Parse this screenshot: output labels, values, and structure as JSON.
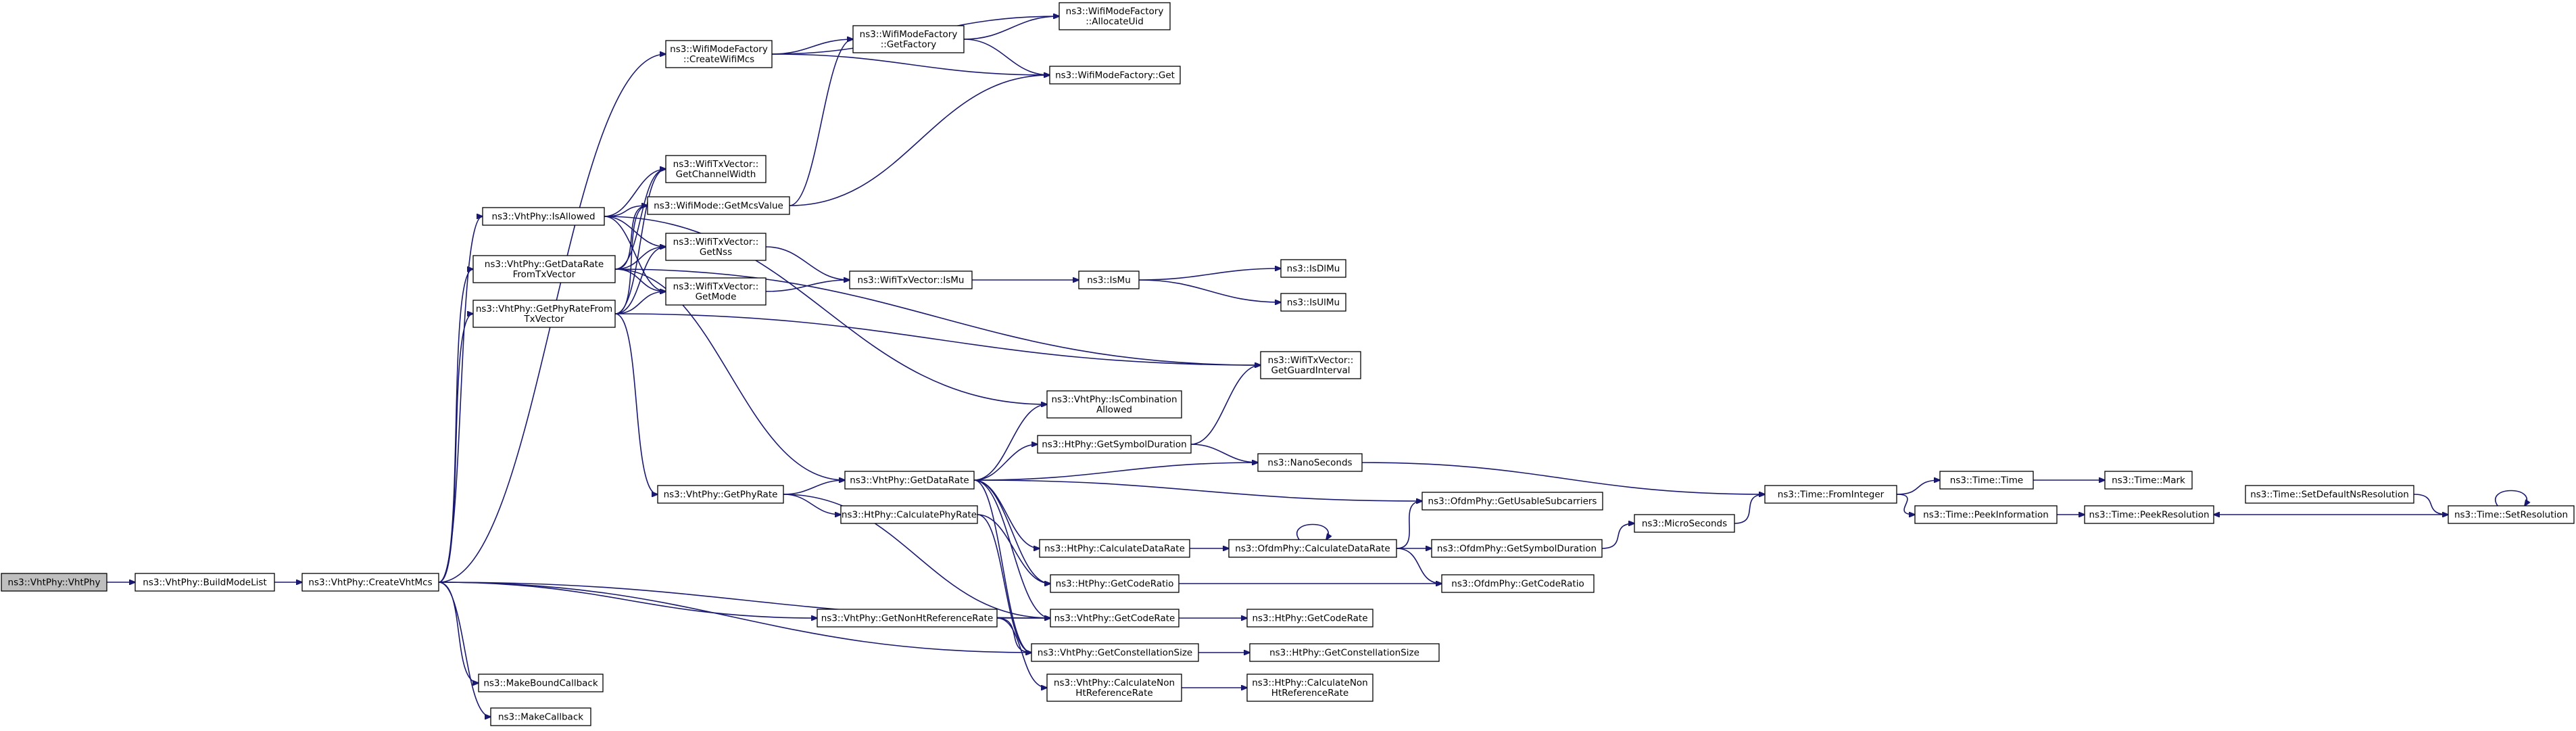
{
  "edge_color": "#191970",
  "root_fill": "#bfbfbf",
  "nodes": {
    "n_vhtphy": {
      "lines": [
        "ns3::VhtPhy::VhtPhy"
      ],
      "root": true
    },
    "n_buildmode": {
      "lines": [
        "ns3::VhtPhy::BuildModeList"
      ]
    },
    "n_createvht": {
      "lines": [
        "ns3::VhtPhy::CreateVhtMcs"
      ]
    },
    "n_createwifi": {
      "lines": [
        "ns3::WifiModeFactory",
        "::CreateWifiMcs"
      ]
    },
    "n_getfactory": {
      "lines": [
        "ns3::WifiModeFactory",
        "::GetFactory"
      ]
    },
    "n_allocuid": {
      "lines": [
        "ns3::WifiModeFactory",
        "::AllocateUid"
      ]
    },
    "n_wmfget": {
      "lines": [
        "ns3::WifiModeFactory::Get"
      ]
    },
    "n_isallowed": {
      "lines": [
        "ns3::VhtPhy::IsAllowed"
      ]
    },
    "n_getdrtx": {
      "lines": [
        "ns3::VhtPhy::GetDataRate",
        "FromTxVector"
      ]
    },
    "n_getphytx": {
      "lines": [
        "ns3::VhtPhy::GetPhyRateFrom",
        "TxVector"
      ]
    },
    "n_chwidth": {
      "lines": [
        "ns3::WifiTxVector::",
        "GetChannelWidth"
      ]
    },
    "n_mcsval": {
      "lines": [
        "ns3::WifiMode::GetMcsValue"
      ]
    },
    "n_getnss": {
      "lines": [
        "ns3::WifiTxVector::",
        "GetNss"
      ]
    },
    "n_getmode": {
      "lines": [
        "ns3::WifiTxVector::",
        "GetMode"
      ]
    },
    "n_txismu": {
      "lines": [
        "ns3::WifiTxVector::IsMu"
      ]
    },
    "n_ismu": {
      "lines": [
        "ns3::IsMu"
      ]
    },
    "n_isdlmu": {
      "lines": [
        "ns3::IsDlMu"
      ]
    },
    "n_isulmu": {
      "lines": [
        "ns3::IsUlMu"
      ]
    },
    "n_guard": {
      "lines": [
        "ns3::WifiTxVector::",
        "GetGuardInterval"
      ]
    },
    "n_iscomb": {
      "lines": [
        "ns3::VhtPhy::IsCombination",
        "Allowed"
      ]
    },
    "n_symdur": {
      "lines": [
        "ns3::HtPhy::GetSymbolDuration"
      ]
    },
    "n_nanosec": {
      "lines": [
        "ns3::NanoSeconds"
      ]
    },
    "n_getphyrate": {
      "lines": [
        "ns3::VhtPhy::GetPhyRate"
      ]
    },
    "n_getdatarate": {
      "lines": [
        "ns3::VhtPhy::GetDataRate"
      ]
    },
    "n_calcphyrate": {
      "lines": [
        "ns3::HtPhy::CalculatePhyRate"
      ]
    },
    "n_usablesub": {
      "lines": [
        "ns3::OfdmPhy::GetUsableSubcarriers"
      ]
    },
    "n_htcalcdr": {
      "lines": [
        "ns3::HtPhy::CalculateDataRate"
      ]
    },
    "n_ofdmcalcdr": {
      "lines": [
        "ns3::OfdmPhy::CalculateDataRate"
      ]
    },
    "n_ofdmsymdur": {
      "lines": [
        "ns3::OfdmPhy::GetSymbolDuration"
      ]
    },
    "n_microsec": {
      "lines": [
        "ns3::MicroSeconds"
      ]
    },
    "n_fromint": {
      "lines": [
        "ns3::Time::FromInteger"
      ]
    },
    "n_timetime": {
      "lines": [
        "ns3::Time::Time"
      ]
    },
    "n_timemark": {
      "lines": [
        "ns3::Time::Mark"
      ]
    },
    "n_peekinfo": {
      "lines": [
        "ns3::Time::PeekInformation"
      ]
    },
    "n_peekres": {
      "lines": [
        "ns3::Time::PeekResolution"
      ]
    },
    "n_setdefres": {
      "lines": [
        "ns3::Time::SetDefaultNsResolution"
      ]
    },
    "n_setres": {
      "lines": [
        "ns3::Time::SetResolution"
      ]
    },
    "n_htcoderatio": {
      "lines": [
        "ns3::HtPhy::GetCodeRatio"
      ]
    },
    "n_ofdmcoderatio": {
      "lines": [
        "ns3::OfdmPhy::GetCodeRatio"
      ]
    },
    "n_nonhtref": {
      "lines": [
        "ns3::VhtPhy::GetNonHtReferenceRate"
      ]
    },
    "n_vhtcoderate": {
      "lines": [
        "ns3::VhtPhy::GetCodeRate"
      ]
    },
    "n_htcoderate": {
      "lines": [
        "ns3::HtPhy::GetCodeRate"
      ]
    },
    "n_vhtconst": {
      "lines": [
        "ns3::VhtPhy::GetConstellationSize"
      ]
    },
    "n_htconst": {
      "lines": [
        "ns3::HtPhy::GetConstellationSize"
      ]
    },
    "n_vhtcalcnon": {
      "lines": [
        "ns3::VhtPhy::CalculateNon",
        "HtReferenceRate"
      ]
    },
    "n_htcalcnon": {
      "lines": [
        "ns3::HtPhy::CalculateNon",
        "HtReferenceRate"
      ]
    },
    "n_makebound": {
      "lines": [
        "ns3::MakeBoundCallback"
      ]
    },
    "n_makecb": {
      "lines": [
        "ns3::MakeCallback"
      ]
    }
  },
  "edges": [
    [
      "n_vhtphy",
      "n_buildmode"
    ],
    [
      "n_buildmode",
      "n_createvht"
    ],
    [
      "n_createvht",
      "n_createwifi"
    ],
    [
      "n_createvht",
      "n_isallowed"
    ],
    [
      "n_createvht",
      "n_getdrtx"
    ],
    [
      "n_createvht",
      "n_getphytx"
    ],
    [
      "n_createvht",
      "n_vhtcoderate"
    ],
    [
      "n_createvht",
      "n_nonhtref"
    ],
    [
      "n_createvht",
      "n_vhtconst"
    ],
    [
      "n_createvht",
      "n_makebound"
    ],
    [
      "n_createvht",
      "n_makecb"
    ],
    [
      "n_createwifi",
      "n_getfactory"
    ],
    [
      "n_createwifi",
      "n_allocuid"
    ],
    [
      "n_createwifi",
      "n_wmfget"
    ],
    [
      "n_getfactory",
      "n_allocuid"
    ],
    [
      "n_getfactory",
      "n_wmfget"
    ],
    [
      "n_mcsval",
      "n_getfactory"
    ],
    [
      "n_mcsval",
      "n_wmfget"
    ],
    [
      "n_isallowed",
      "n_chwidth"
    ],
    [
      "n_isallowed",
      "n_mcsval"
    ],
    [
      "n_isallowed",
      "n_getnss"
    ],
    [
      "n_isallowed",
      "n_getmode"
    ],
    [
      "n_isallowed",
      "n_iscomb"
    ],
    [
      "n_getdrtx",
      "n_chwidth"
    ],
    [
      "n_getdrtx",
      "n_mcsval"
    ],
    [
      "n_getdrtx",
      "n_getnss"
    ],
    [
      "n_getdrtx",
      "n_getmode"
    ],
    [
      "n_getdrtx",
      "n_guard"
    ],
    [
      "n_getdrtx",
      "n_getdatarate"
    ],
    [
      "n_getphytx",
      "n_chwidth"
    ],
    [
      "n_getphytx",
      "n_mcsval"
    ],
    [
      "n_getphytx",
      "n_getnss"
    ],
    [
      "n_getphytx",
      "n_getmode"
    ],
    [
      "n_getphytx",
      "n_guard"
    ],
    [
      "n_getphytx",
      "n_getphyrate"
    ],
    [
      "n_getnss",
      "n_txismu"
    ],
    [
      "n_getmode",
      "n_txismu"
    ],
    [
      "n_txismu",
      "n_ismu"
    ],
    [
      "n_ismu",
      "n_isdlmu"
    ],
    [
      "n_ismu",
      "n_isulmu"
    ],
    [
      "n_getphyrate",
      "n_getdatarate"
    ],
    [
      "n_getphyrate",
      "n_calcphyrate"
    ],
    [
      "n_getphyrate",
      "n_vhtcoderate"
    ],
    [
      "n_getdatarate",
      "n_iscomb"
    ],
    [
      "n_getdatarate",
      "n_symdur"
    ],
    [
      "n_getdatarate",
      "n_nanosec"
    ],
    [
      "n_getdatarate",
      "n_usablesub"
    ],
    [
      "n_getdatarate",
      "n_htcalcdr"
    ],
    [
      "n_getdatarate",
      "n_htcoderatio"
    ],
    [
      "n_getdatarate",
      "n_vhtcoderate"
    ],
    [
      "n_getdatarate",
      "n_vhtconst"
    ],
    [
      "n_calcphyrate",
      "n_htcoderatio"
    ],
    [
      "n_calcphyrate",
      "n_vhtconst"
    ],
    [
      "n_symdur",
      "n_guard"
    ],
    [
      "n_symdur",
      "n_nanosec"
    ],
    [
      "n_nanosec",
      "n_fromint"
    ],
    [
      "n_htcalcdr",
      "n_ofdmcalcdr"
    ],
    [
      "n_ofdmcalcdr",
      "n_ofdmcalcdr"
    ],
    [
      "n_ofdmcalcdr",
      "n_usablesub"
    ],
    [
      "n_ofdmcalcdr",
      "n_ofdmsymdur"
    ],
    [
      "n_ofdmcalcdr",
      "n_ofdmcoderatio"
    ],
    [
      "n_ofdmsymdur",
      "n_microsec"
    ],
    [
      "n_microsec",
      "n_fromint"
    ],
    [
      "n_fromint",
      "n_timetime"
    ],
    [
      "n_fromint",
      "n_peekinfo"
    ],
    [
      "n_timetime",
      "n_timemark"
    ],
    [
      "n_peekinfo",
      "n_peekres"
    ],
    [
      "n_setres",
      "n_peekres"
    ],
    [
      "n_setdefres",
      "n_setres"
    ],
    [
      "n_setres",
      "n_setres"
    ],
    [
      "n_htcoderatio",
      "n_ofdmcoderatio"
    ],
    [
      "n_nonhtref",
      "n_vhtcoderate"
    ],
    [
      "n_nonhtref",
      "n_vhtconst"
    ],
    [
      "n_nonhtref",
      "n_vhtcalcnon"
    ],
    [
      "n_vhtcoderate",
      "n_htcoderate"
    ],
    [
      "n_vhtconst",
      "n_htconst"
    ],
    [
      "n_vhtcalcnon",
      "n_htcalcnon"
    ]
  ]
}
